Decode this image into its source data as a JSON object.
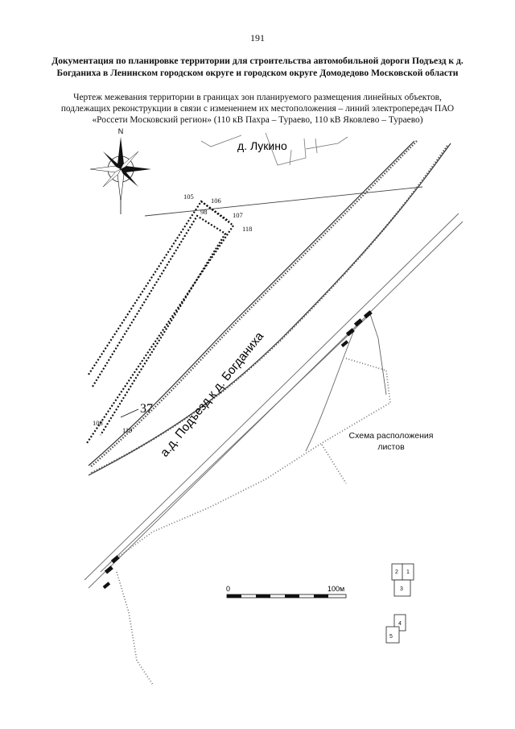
{
  "page_number": "191",
  "title": "Документация по планировке территории для строительства автомобильной дороги Подъезд к д. Богданиха в Ленинском городском округе и городском округе Домодедово Московской области",
  "subtitle": "Чертеж межевания территории в границах зон планируемого размещения линейных объектов, подлежащих реконструкции в связи с изменением их местоположения – линий электропередач ПАО «Россети Московский регион» (110 кВ Пахра – Тураево, 110 кВ Яковлево – Тураево)",
  "compass": {
    "north_label": "N",
    "icon": "compass-rose-icon"
  },
  "map_labels": {
    "village": "д. Лукино",
    "road": "а.д. Подъезд к д. Богданиха",
    "zone_number": "37"
  },
  "points": {
    "p105": "105",
    "p106": "106",
    "p98": "98",
    "p107": "107",
    "p118": "118",
    "p108": "108",
    "p119": "119"
  },
  "scale_bar": {
    "start": "0",
    "end": "100м"
  },
  "sheet_layout": {
    "caption": "Схема расположения листов",
    "sheets": [
      "1",
      "2",
      "3",
      "4",
      "5"
    ]
  },
  "colors": {
    "line": "#222222",
    "road_edge": "#555555",
    "paper": "#ffffff"
  }
}
